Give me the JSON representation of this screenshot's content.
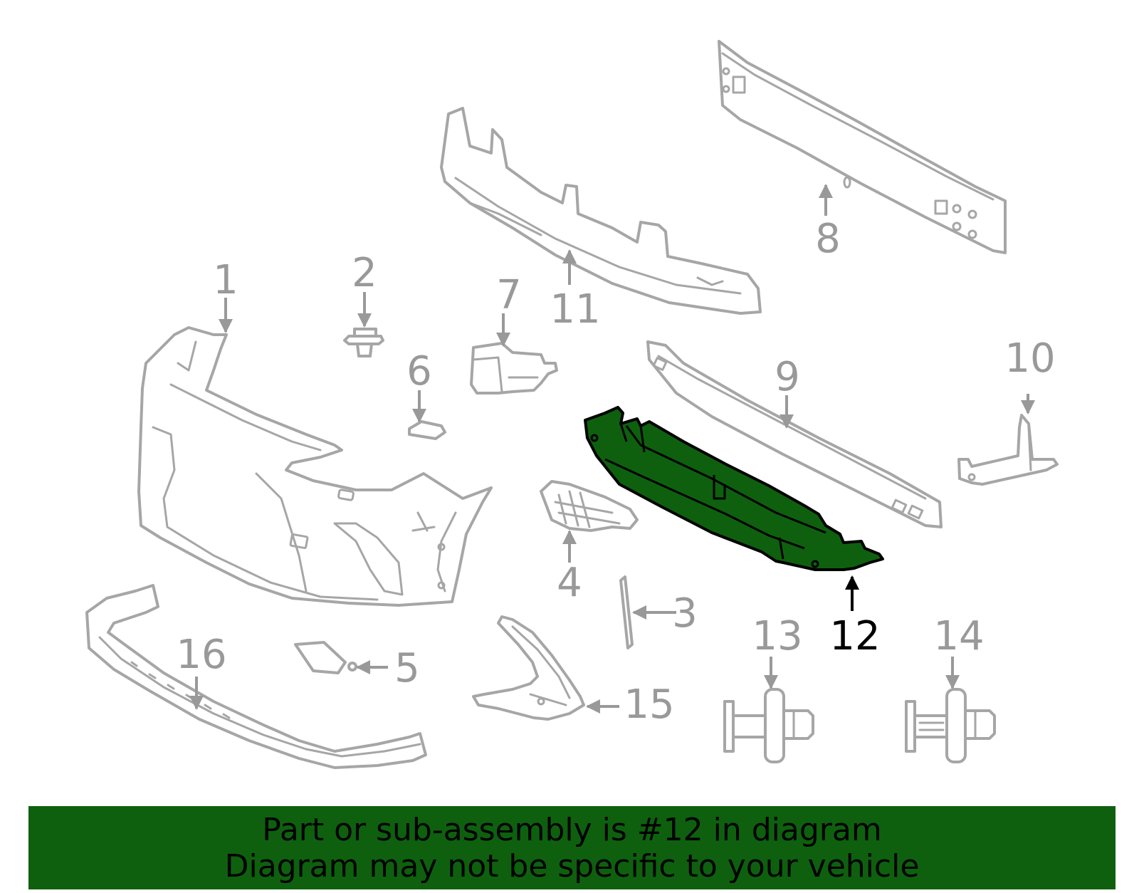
{
  "diagram": {
    "highlight_color": "#0e600e",
    "label_color": "#999999",
    "highlight_label_color": "#000000",
    "highlighted_part": "12",
    "callouts": [
      {
        "id": "1",
        "label": "1"
      },
      {
        "id": "2",
        "label": "2"
      },
      {
        "id": "3",
        "label": "3"
      },
      {
        "id": "4",
        "label": "4"
      },
      {
        "id": "5",
        "label": "5"
      },
      {
        "id": "6",
        "label": "6"
      },
      {
        "id": "7",
        "label": "7"
      },
      {
        "id": "8",
        "label": "8"
      },
      {
        "id": "9",
        "label": "9"
      },
      {
        "id": "10",
        "label": "10"
      },
      {
        "id": "11",
        "label": "11"
      },
      {
        "id": "12",
        "label": "12"
      },
      {
        "id": "13",
        "label": "13"
      },
      {
        "id": "14",
        "label": "14"
      },
      {
        "id": "15",
        "label": "15"
      },
      {
        "id": "16",
        "label": "16"
      }
    ]
  },
  "banner": {
    "line1": "Part or sub-assembly is #12 in diagram",
    "line2": "Diagram may not be specific to your vehicle"
  }
}
